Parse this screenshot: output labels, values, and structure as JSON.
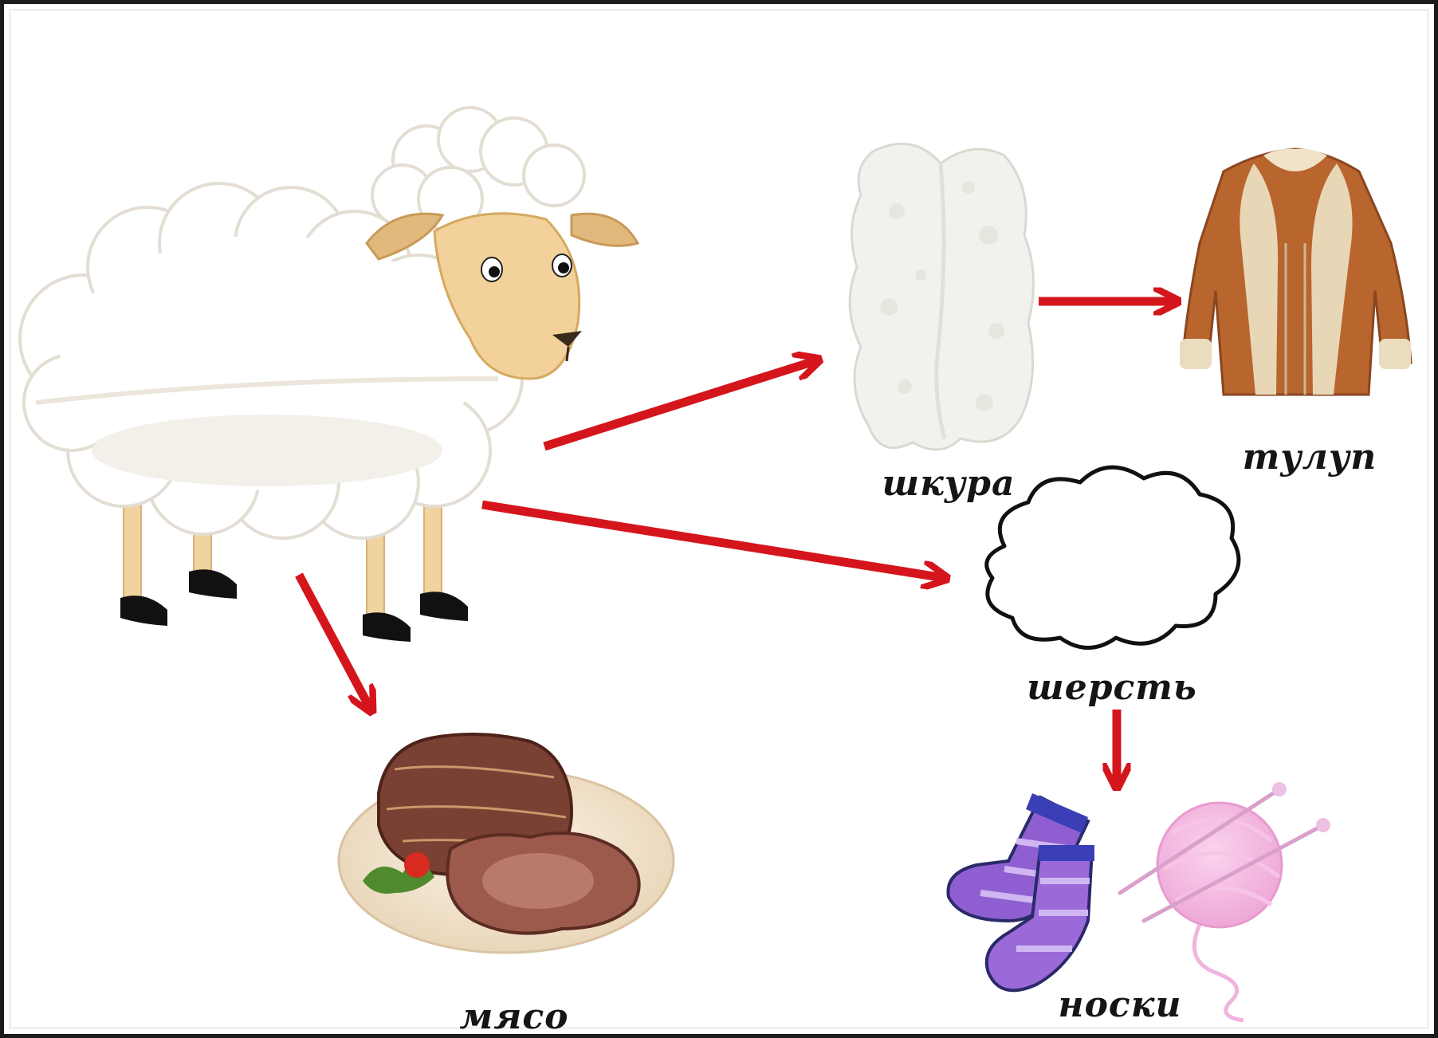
{
  "labels": {
    "hide": "шкура",
    "coat": "тулуп",
    "wool": "шерсть",
    "meat": "мясо",
    "socks": "носки"
  },
  "colors": {
    "arrow": "#d5151c",
    "wool": "#ffffff",
    "face": "#f2d19a",
    "coat": "#b8652e",
    "meat": "#8a4a3d",
    "socks": "#8f5fd1",
    "yarn": "#f2b3df"
  },
  "icons": [
    "sheep-icon",
    "sheepskin-icon",
    "sheepskin-coat-icon",
    "wool-cloud-icon",
    "meat-icon",
    "socks-icon",
    "yarn-ball-icon"
  ]
}
